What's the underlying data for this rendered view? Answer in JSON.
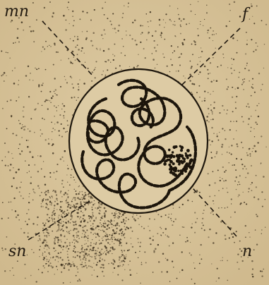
{
  "labels": {
    "mn": "mn",
    "f": "f",
    "sn": "sn",
    "n": "n"
  },
  "colors": {
    "paper": "#d8c59c",
    "ink": "#221a10",
    "stipple": "#3a2e1c"
  }
}
